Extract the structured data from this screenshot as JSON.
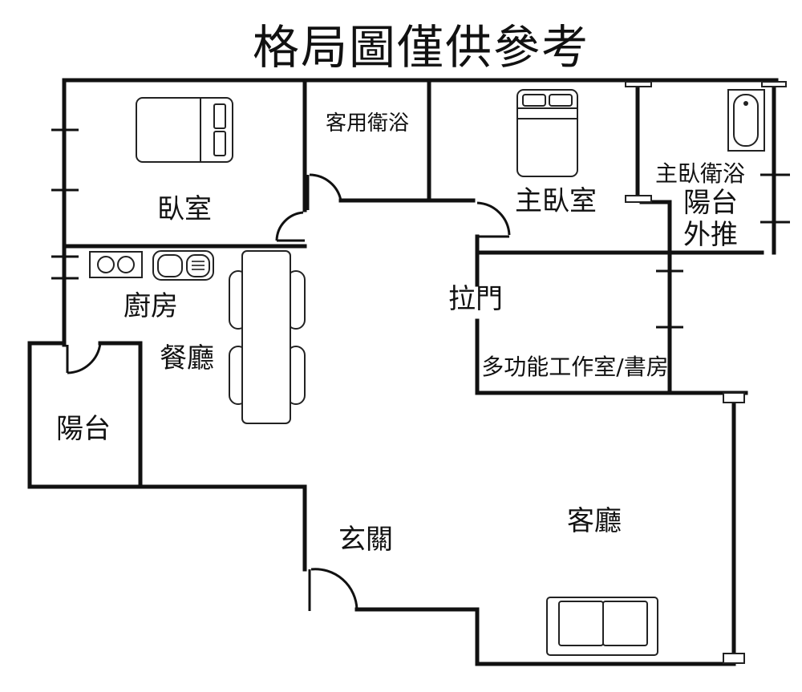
{
  "title": "格局圖僅供參考",
  "rooms": {
    "bedroom": "臥室",
    "guest_bath": "客用衛浴",
    "master_bedroom": "主臥室",
    "master_bath": "主臥衛浴",
    "balcony_push_line1": "陽台",
    "balcony_push_line2": "外推",
    "kitchen": "廚房",
    "dining": "餐廳",
    "sliding_door": "拉門",
    "study": "多功能工作室/書房",
    "balcony": "陽台",
    "entrance": "玄關",
    "living_room": "客廳"
  }
}
